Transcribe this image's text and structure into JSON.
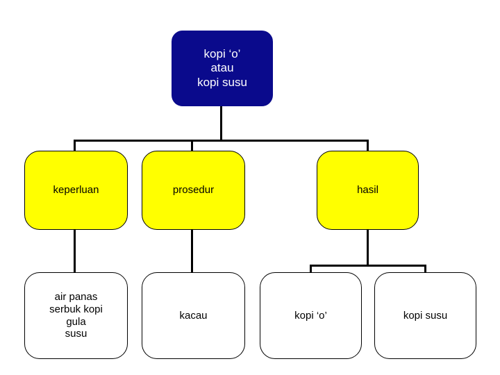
{
  "diagram": {
    "title_text": "kopi ‘o’\natau\nkopi susu",
    "colors": {
      "root_fill": "#0a0a8c",
      "root_text": "#ffffff",
      "mid_fill": "#ffff00",
      "leaf_fill": "#ffffff",
      "stroke": "#000000",
      "background": "#ffffff"
    },
    "nodes": {
      "root": {
        "label": "kopi ‘o’\natau\nkopi susu"
      },
      "level2": [
        {
          "label": "keperluan"
        },
        {
          "label": "prosedur"
        },
        {
          "label": "hasil"
        }
      ],
      "level3": [
        {
          "label": "air panas\nserbuk kopi\ngula\nsusu"
        },
        {
          "label": "kacau"
        },
        {
          "label": "kopi ‘o’"
        },
        {
          "label": "kopi susu"
        }
      ]
    }
  }
}
